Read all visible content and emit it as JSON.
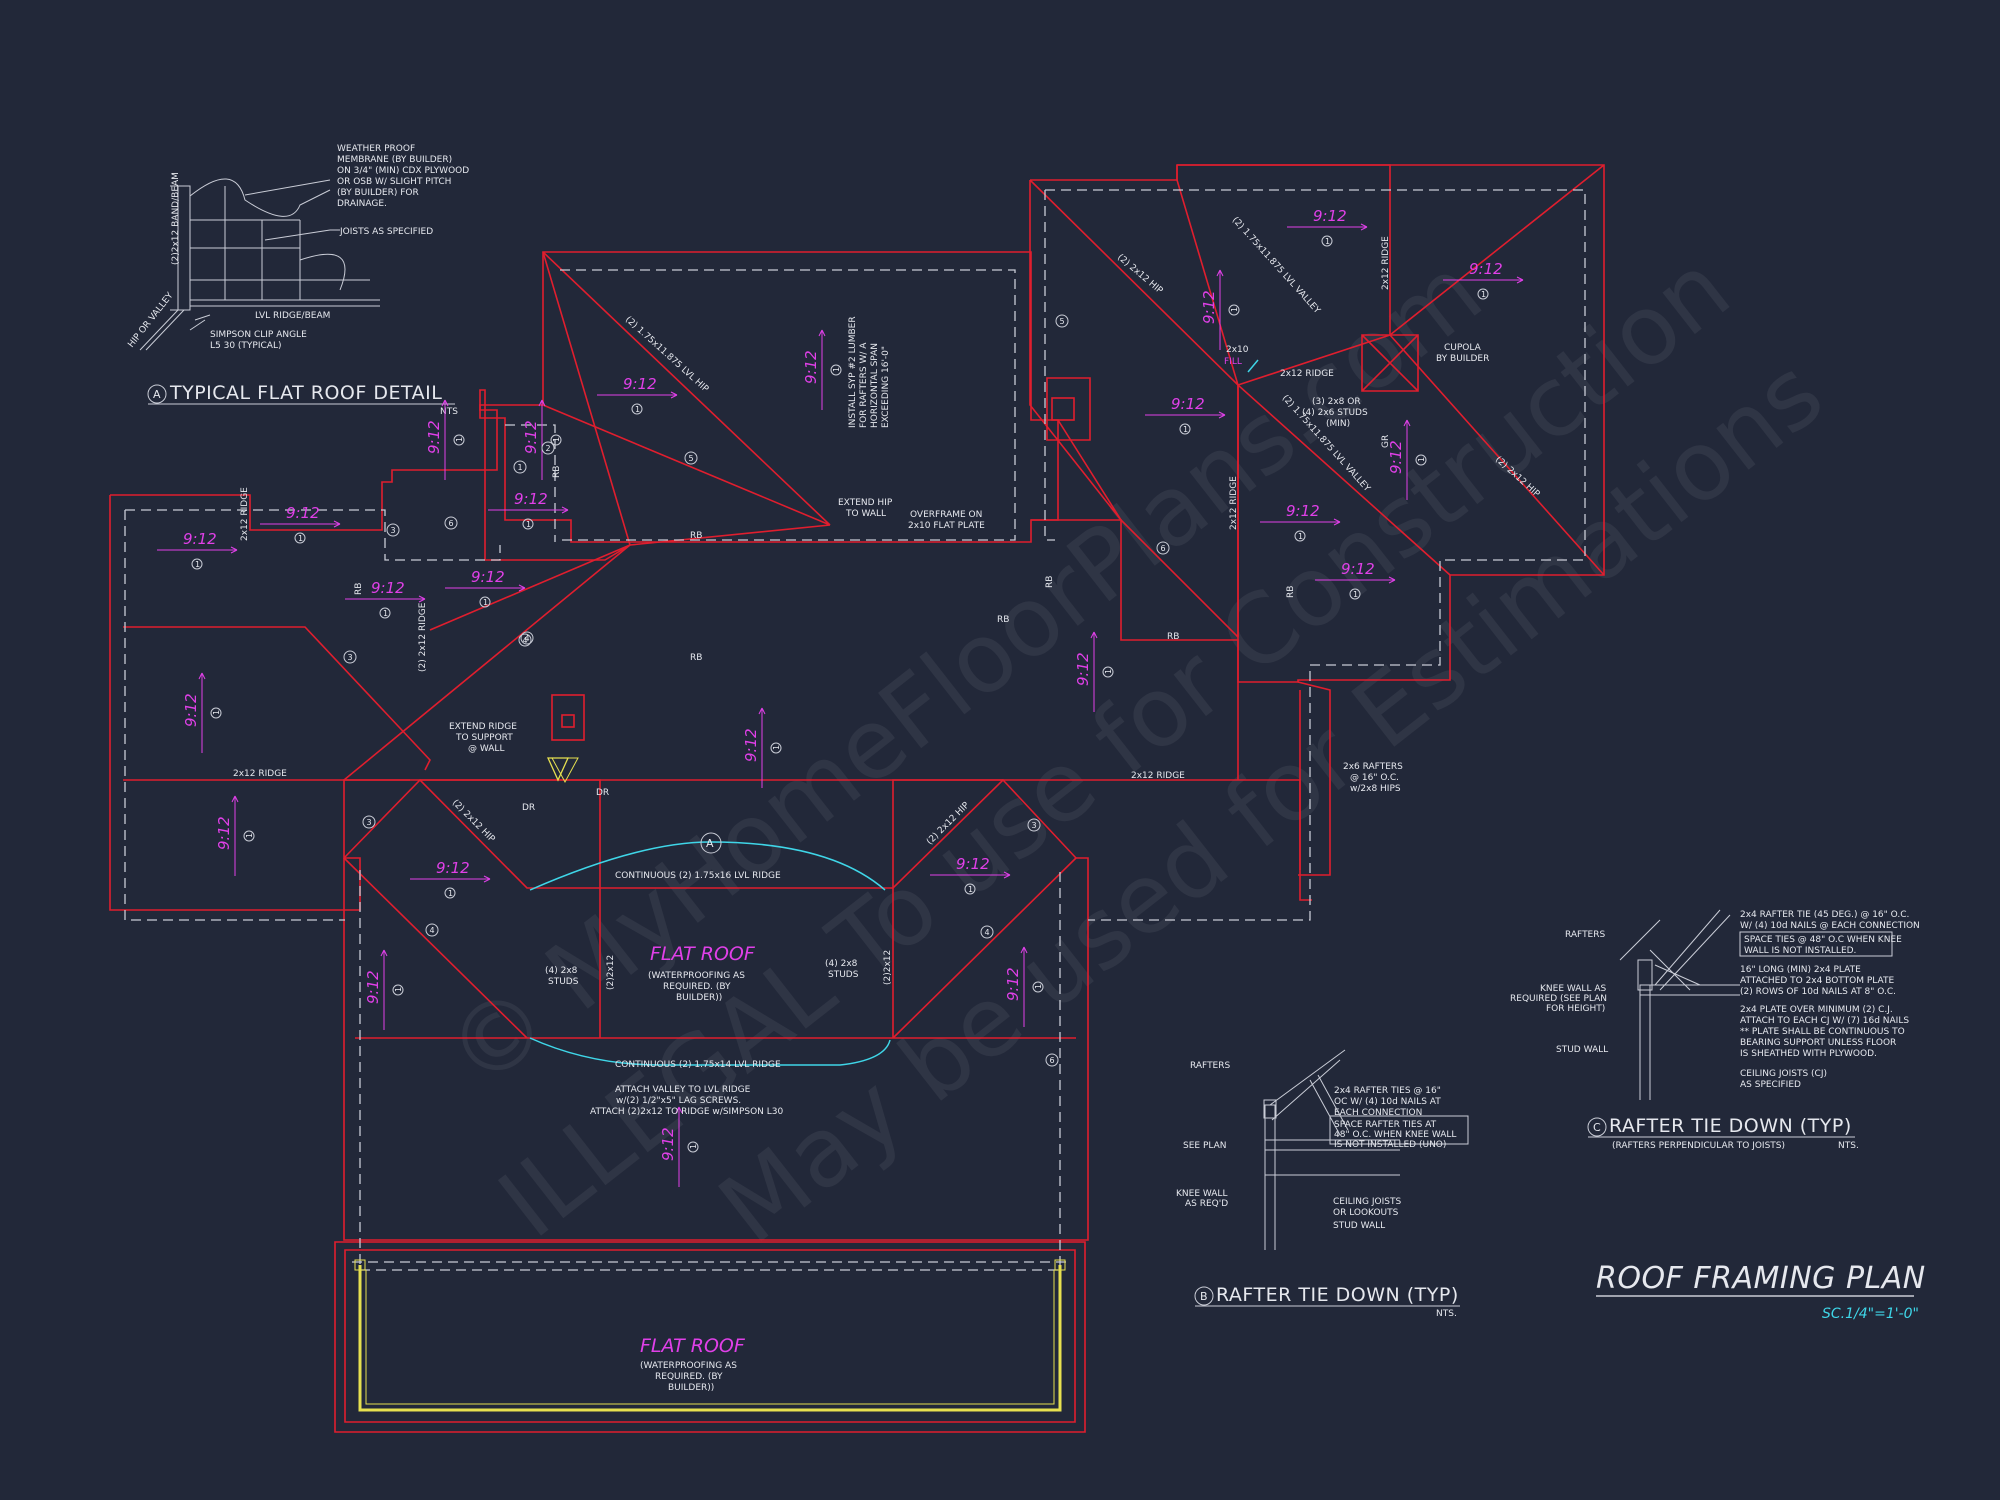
{
  "plan": {
    "title": "ROOF FRAMING PLAN",
    "scale": "SC.1/4\"=1'-0\""
  },
  "details": {
    "a": {
      "letter": "A",
      "title": "TYPICAL FLAT ROOF DETAIL",
      "nts": "NTS",
      "membrane_note": [
        "WEATHER PROOF",
        "MEMBRANE (BY BUILDER)",
        "ON 3/4\" (MIN) CDX PLYWOOD",
        "OR OSB W/ SLIGHT PITCH",
        "(BY BUILDER) FOR",
        "DRAINAGE."
      ],
      "joists_note": "JOISTS AS SPECIFIED",
      "band_note": "(2)2x12 BAND/BEAM",
      "ridge_note": "LVL RIDGE/BEAM",
      "hip_note": "HIP OR VALLEY",
      "clip_note": [
        "SIMPSON CLIP ANGLE",
        "L5 30 (TYPICAL)"
      ]
    },
    "b": {
      "letter": "B",
      "title": "RAFTER TIE DOWN (TYP)",
      "nts": "NTS.",
      "rafters": "RAFTERS",
      "see_plan": "SEE PLAN",
      "knee_wall": [
        "KNEE WALL",
        "AS REQ'D"
      ],
      "tie_note": [
        "2x4 RAFTER TIES @ 16\"",
        "OC W/ (4) 10d NAILS AT",
        "EACH CONNECTION"
      ],
      "boxed_note": [
        "SPACE RAFTER TIES AT",
        "48\" O.C. WHEN KNEE WALL",
        "IS NOT INSTALLED (UNO)"
      ],
      "ceiling_note": [
        "CEILING JOISTS",
        "OR LOOKOUTS"
      ],
      "stud_wall": "STUD WALL"
    },
    "c": {
      "letter": "C",
      "title": "RAFTER TIE DOWN (TYP)",
      "subtitle": "(RAFTERS PERPENDICULAR TO JOISTS)",
      "nts": "NTS.",
      "rafters": "RAFTERS",
      "knee_wall": [
        "KNEE WALL AS",
        "REQUIRED (SEE PLAN",
        "FOR HEIGHT)"
      ],
      "stud_wall": "STUD WALL",
      "tie_note": [
        "2x4 RAFTER TIE (45 DEG.) @ 16\" O.C.",
        "W/ (4) 10d NAILS @ EACH CONNECTION"
      ],
      "boxed_note": [
        "SPACE TIES @ 48\" O.C WHEN KNEE",
        "WALL IS NOT INSTALLED."
      ],
      "plate_note": [
        "16\" LONG (MIN) 2x4 PLATE",
        "ATTACHED TO 2x4 BOTTOM PLATE",
        "(2) ROWS OF 10d NAILS AT 8\" O.C."
      ],
      "flat_note": [
        "2x4 PLATE OVER MINIMUM (2) C.J.",
        "ATTACH TO EACH CJ W/ (7) 16d NAILS",
        "** PLATE SHALL BE CONTINUOUS TO",
        "BEARING SUPPORT UNLESS FLOOR",
        "IS SHEATHED WITH PLYWOOD."
      ],
      "ceiling_note": [
        "CEILING JOISTS (CJ)",
        "AS SPECIFIED"
      ]
    }
  },
  "pitches": [
    {
      "text": "9:12",
      "code": "1"
    },
    {
      "text": "9:12",
      "code": "1"
    },
    {
      "text": "9:12",
      "code": "1"
    },
    {
      "text": "9:12",
      "code": "1"
    },
    {
      "text": "9:12",
      "code": "1"
    },
    {
      "text": "9:12",
      "code": "1"
    },
    {
      "text": "9:12",
      "code": "1"
    },
    {
      "text": "9:12",
      "code": "1"
    },
    {
      "text": "9:12",
      "code": "1"
    },
    {
      "text": "9:12",
      "code": "1"
    },
    {
      "text": "9:12",
      "code": "1"
    },
    {
      "text": "9:12",
      "code": "1"
    },
    {
      "text": "9:12",
      "code": "1"
    },
    {
      "text": "9:12",
      "code": "1"
    },
    {
      "text": "9:12",
      "code": "1"
    },
    {
      "text": "9:12",
      "code": "1"
    },
    {
      "text": "9:12",
      "code": "1"
    },
    {
      "text": "9:12",
      "code": "1"
    },
    {
      "text": "9:12",
      "code": "1"
    },
    {
      "text": "9:12",
      "code": "1"
    },
    {
      "text": "9:12",
      "code": "1"
    },
    {
      "text": "9:12",
      "code": "1"
    },
    {
      "text": "9:12",
      "code": "1"
    },
    {
      "text": "9:12",
      "code": "1"
    },
    {
      "text": "9:12",
      "code": "1"
    }
  ],
  "labels": {
    "lvl_hip": "(2) 1.75x11.875 LVL HIP",
    "install_note": [
      "INSTALL SYP #2 LUMBER",
      "FOR RAFTERS W/ A",
      "HORIZONTAL SPAN",
      "EXCEEDING 16'-0\""
    ],
    "extend_hip": [
      "EXTEND HIP",
      "TO WALL"
    ],
    "overframe": [
      "OVERFRAME ON",
      "2x10 FLAT PLATE"
    ],
    "hip_2x12": "(2) 2x12 HIP",
    "lvl_valley": "(2) 1.75x11.875 LVL VALLEY",
    "ridge_2x12": "2x12 RIDGE",
    "ridge_2x12_double": "(2) 2x12 RIDGE",
    "rb": "RB",
    "dr": "DR",
    "gr": "GR",
    "cupola": [
      "CUPOLA",
      "BY BUILDER"
    ],
    "kp_2x10": "2x10",
    "kp_fill": "FILL",
    "studs_3": [
      "(3) 2x8 OR",
      "(4) 2x6 STUDS",
      "(MIN)"
    ],
    "extend_ridge": [
      "EXTEND RIDGE",
      "TO SUPPORT",
      "@ WALL"
    ],
    "rafters_2x6": [
      "2x6 RAFTERS",
      "@ 16\" O.C.",
      "w/2x8 HIPS"
    ],
    "continuous_16": "CONTINUOUS (2) 1.75x16 LVL RIDGE",
    "continuous_14": "CONTINUOUS (2) 1.75x14 LVL RIDGE",
    "flat_roof": "FLAT ROOF",
    "flat_note": [
      "(WATERPROOFING AS",
      "REQUIRED. (BY",
      "BUILDER))"
    ],
    "studs_4": [
      "(4) 2x8",
      "STUDS"
    ],
    "double_2x12": "(2)2x12",
    "attach_note": [
      "ATTACH VALLEY TO LVL RIDGE",
      "w/(2) 1/2\"x5\" LAG SCREWS.",
      "ATTACH (2)2x12 TO RIDGE w/SIMPSON L30"
    ],
    "section_a": "A",
    "codes": [
      "1",
      "2",
      "3",
      "4",
      "5",
      "6"
    ]
  },
  "watermark": [
    "© MyHomeFloorPlans.com",
    "ILLEGAL To use for Construction",
    "May be used for Estimations"
  ]
}
